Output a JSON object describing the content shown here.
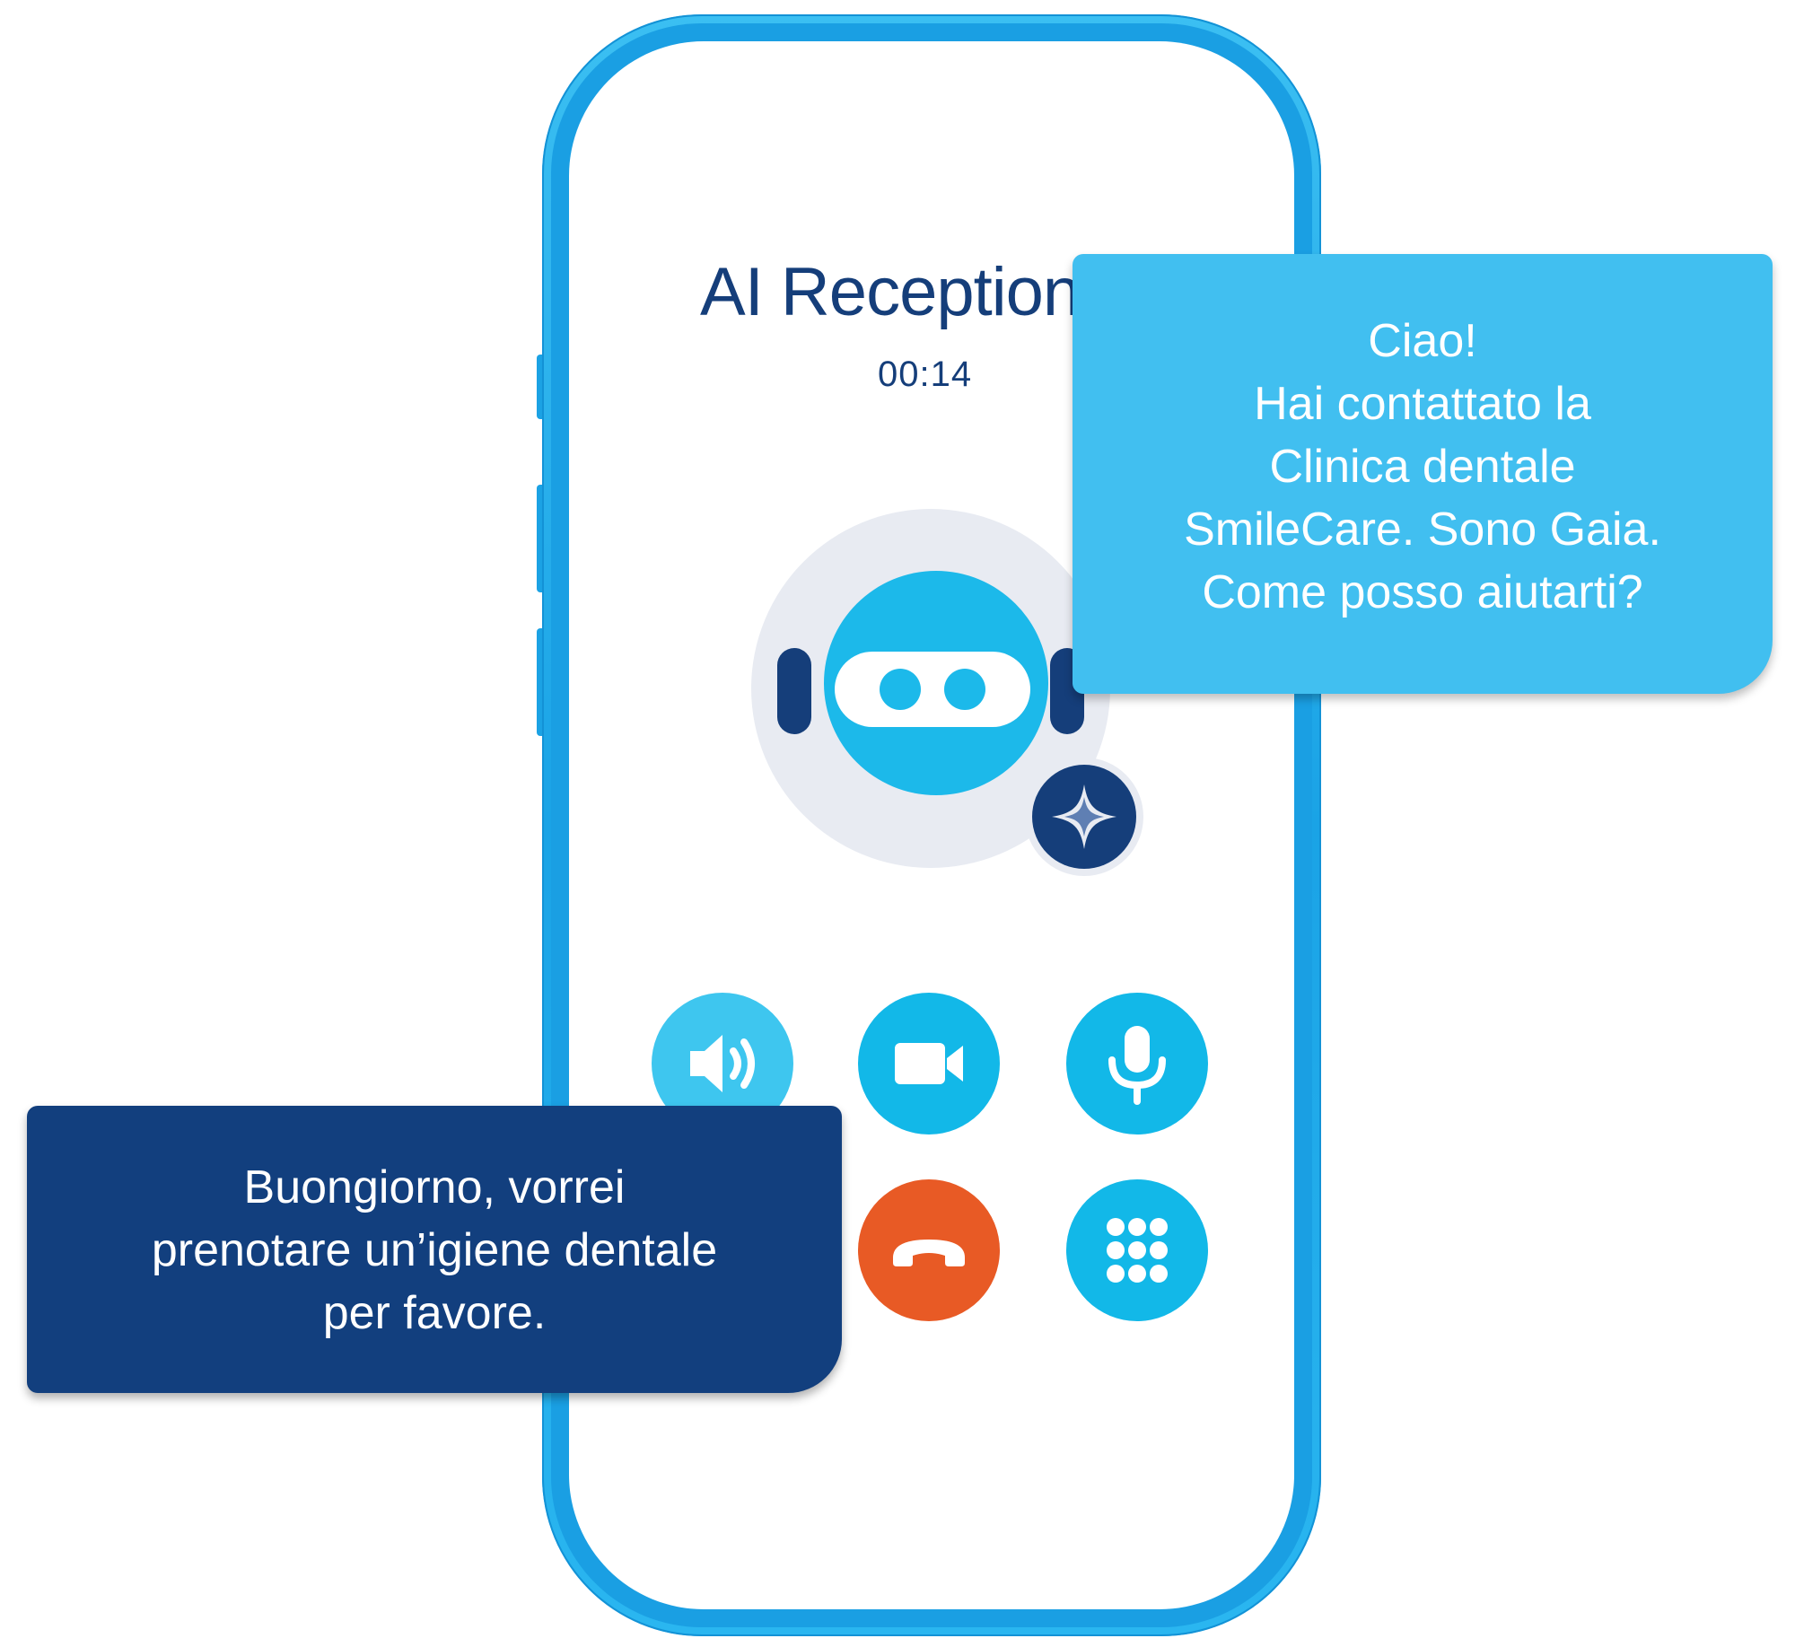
{
  "call": {
    "title": "AI Receptionist",
    "timer": "00:14"
  },
  "ai_message": {
    "lines": [
      "Ciao!",
      "Hai contattato la",
      "Clinica dentale",
      "SmileCare. Sono Gaia.",
      "Come posso aiutarti?"
    ]
  },
  "user_message": {
    "lines": [
      "Buongiorno, vorrei",
      "prenotare un’igiene dentale",
      "per favore."
    ]
  },
  "controls": [
    {
      "id": "speaker",
      "icon": "speaker-icon"
    },
    {
      "id": "video",
      "icon": "video-camera-icon"
    },
    {
      "id": "mute",
      "icon": "microphone-icon"
    },
    {
      "id": "end-call",
      "icon": "phone-hangup-icon"
    },
    {
      "id": "keypad",
      "icon": "keypad-icon"
    }
  ],
  "colors": {
    "frame": "#1aa3e6",
    "navy": "#153e7a",
    "cyan": "#12b8e8",
    "ai_bubble": "#41bff0",
    "user_bubble": "#123f7e",
    "hangup": "#e85a25"
  }
}
